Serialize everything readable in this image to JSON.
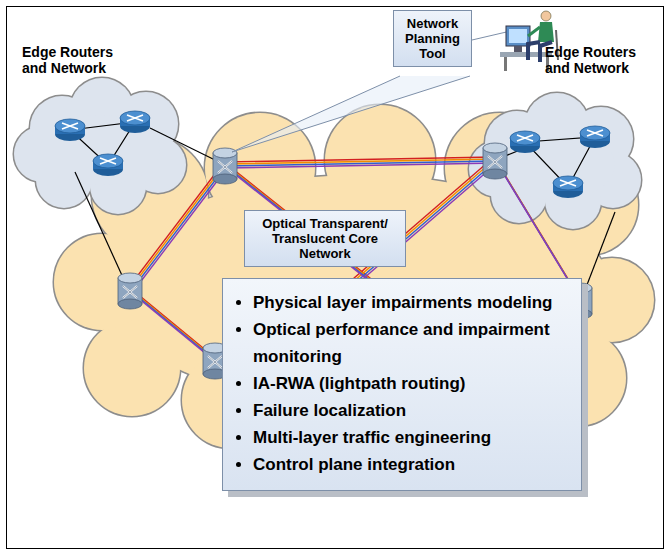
{
  "diagram": {
    "nodes": [
      {
        "text": [
          "Edge Routers and Network"
        ]
      },
      {
        "text": [
          "Network Planning Tool"
        ]
      },
      {
        "text": [
          "Edge Routers and Network"
        ]
      },
      {
        "text": [
          "Optical Transparent/ Translucent Core Network"
        ]
      },
      {
        "text": [
          "Physical layer impairments modeling",
          "Optical performance and impairment monitoring",
          "IA-RWA (lightpath routing)",
          "Failure localization",
          "Multi-layer traffic engineering",
          "Control plane integration"
        ]
      }
    ]
  }
}
